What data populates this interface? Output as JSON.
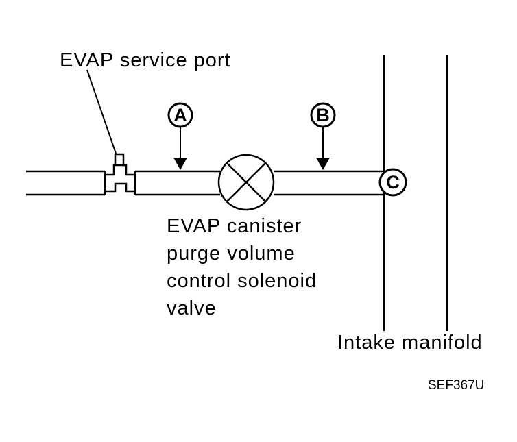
{
  "labels": {
    "service_port": "EVAP service port",
    "valve_lines": [
      "EVAP canister",
      "purge volume",
      "control solenoid",
      "valve"
    ],
    "intake_manifold": "Intake manifold",
    "figure_code": "SEF367U"
  },
  "markers": {
    "a": "A",
    "b": "B",
    "c": "C"
  },
  "colors": {
    "line": "#000000",
    "background": "#ffffff"
  }
}
